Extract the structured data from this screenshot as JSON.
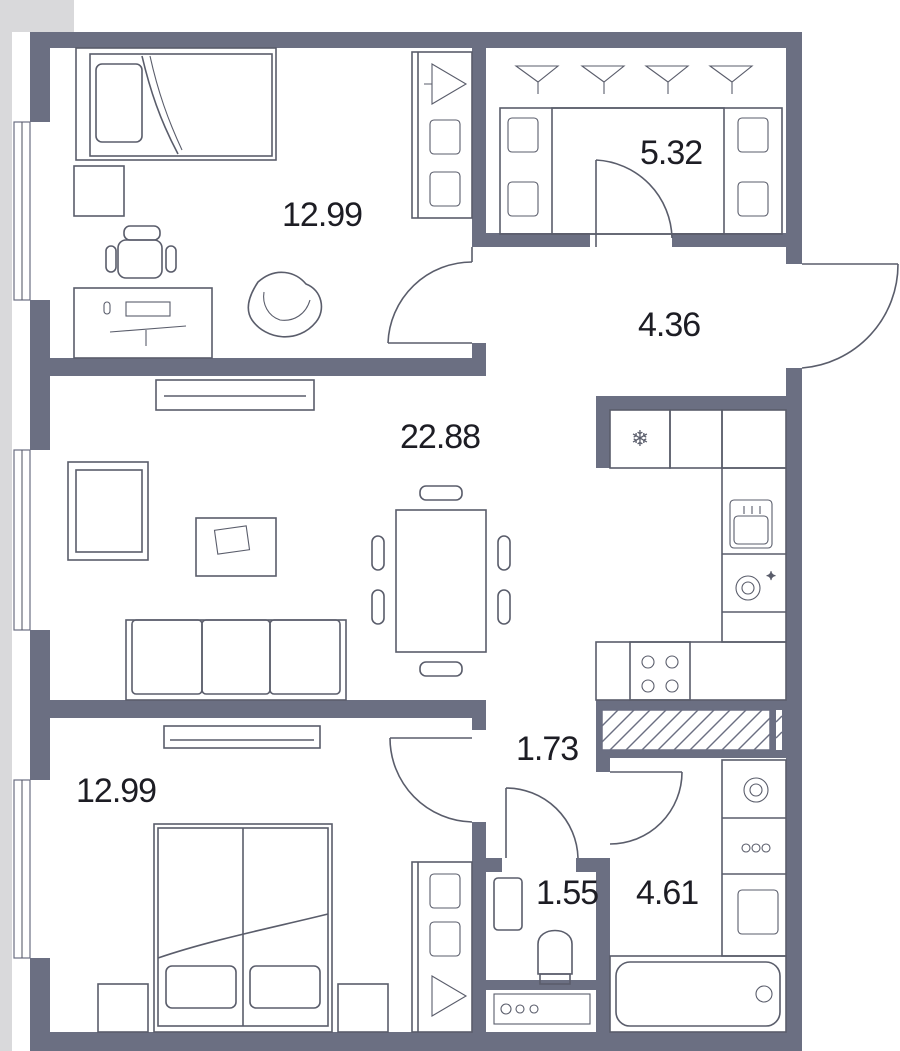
{
  "rooms": {
    "bedroom_top": "12.99",
    "wardrobe": "5.32",
    "hall": "4.36",
    "living_kitchen": "22.88",
    "corridor": "1.73",
    "bedroom_bottom": "12.99",
    "toilet": "1.55",
    "bathroom": "4.61"
  },
  "colors": {
    "walls": "#6b6f82",
    "lines": "#5a5d6b",
    "facade": "#d9d9db"
  },
  "icons": [
    "snowflake-icon",
    "sink-icon",
    "dishwasher-icon",
    "stove-icon",
    "washing-machine-icon",
    "hanger-icon"
  ]
}
